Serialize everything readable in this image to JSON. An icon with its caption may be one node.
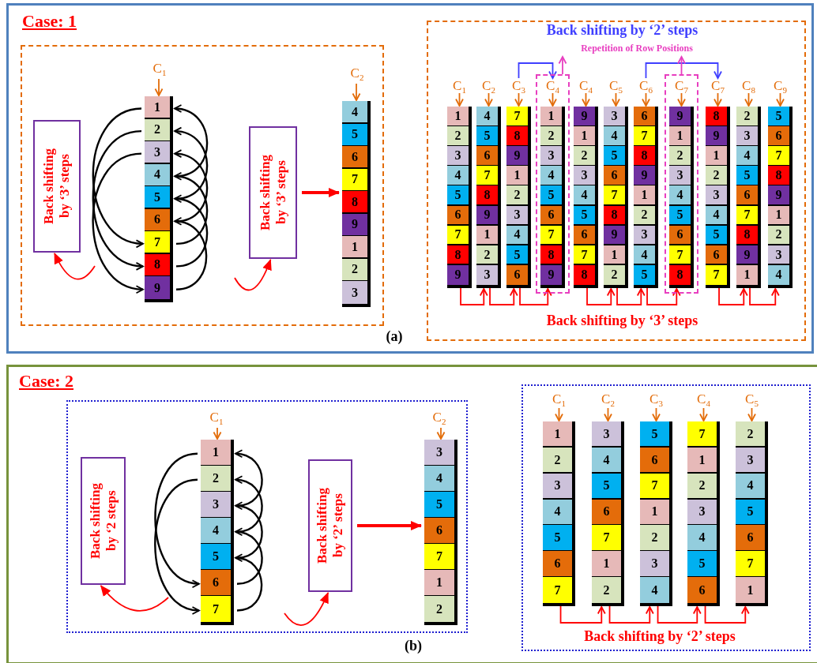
{
  "diagram": {
    "nodes": [
      {
        "text": [],
        "shape": "box"
      },
      {
        "text": [
          "Back shifting by ‘3’ steps"
        ],
        "in": 0
      },
      {
        "text": [
          "C$_{1}$"
        ],
        "in": 0
      },
      {
        "text": [],
        "shape": "bar",
        "in": 0
      },
      {
        "text": [
          "1"
        ],
        "in": 3
      },
      {
        "text": [
          "2"
        ],
        "in": 3
      },
      {
        "text": [
          "3"
        ],
        "in": 3
      },
      {
        "text": [
          "4"
        ],
        "in": 3
      },
      {
        "text": [
          "5"
        ],
        "in": 3
      },
      {
        "text": [
          "6"
        ],
        "in": 3
      },
      {
        "text": [
          "7"
        ],
        "in": 3
      },
      {
        "text": [
          "8"
        ],
        "in": 3
      },
      {
        "text": [
          "9"
        ],
        "in": 3
      },
      {
        "text": [
          "Back shifting by ‘3’ steps"
        ],
        "in": 0
      },
      {
        "text": [
          "C$_{2}$"
        ],
        "in": 0
      },
      {
        "text": [],
        "shape": "bar",
        "in": 0
      },
      {
        "text": [
          "4"
        ],
        "in": 15
      },
      {
        "text": [
          "5"
        ],
        "in": 15
      },
      {
        "text": [
          "6"
        ],
        "in": 15
      },
      {
        "text": [
          "7"
        ],
        "in": 15
      },
      {
        "text": [
          "8"
        ],
        "in": 15
      },
      {
        "text": [
          "9"
        ],
        "in": 15
      },
      {
        "text": [
          "1"
        ],
        "in": 15
      },
      {
        "text": [
          "2"
        ],
        "in": 15
      },
      {
        "text": [
          "3"
        ],
        "in": 15
      },
      {
        "text": [],
        "shape": "box"
      },
      {
        "text": [
          "Repetition of Row Positions"
        ],
        "in": 25
      },
      {
        "text": [
          "C$_{1}$"
        ],
        "in": 25
      },
      {
        "text": [],
        "shape": "bar",
        "in": 25
      },
      {
        "text": [
          "1"
        ],
        "in": 28
      },
      {
        "text": [
          "2"
        ],
        "in": 28
      },
      {
        "text": [
          "3"
        ],
        "in": 28
      },
      {
        "text": [
          "4"
        ],
        "in": 28
      },
      {
        "text": [
          "5"
        ],
        "in": 28
      },
      {
        "text": [
          "6"
        ],
        "in": 28
      },
      {
        "text": [
          "7"
        ],
        "in": 28
      },
      {
        "text": [
          "8"
        ],
        "in": 28
      },
      {
        "text": [
          "9"
        ],
        "in": 28
      },
      {
        "text": [
          "C$_{2}$"
        ],
        "in": 25
      },
      {
        "text": [],
        "shape": "bar",
        "in": 25
      },
      {
        "text": [
          "4"
        ],
        "in": 39
      },
      {
        "text": [
          "5"
        ],
        "in": 39
      },
      {
        "text": [
          "6"
        ],
        "in": 39
      },
      {
        "text": [
          "7"
        ],
        "in": 39
      },
      {
        "text": [
          "8"
        ],
        "in": 39
      },
      {
        "text": [
          "9"
        ],
        "in": 39
      },
      {
        "text": [
          "1"
        ],
        "in": 39
      },
      {
        "text": [
          "2"
        ],
        "in": 39
      },
      {
        "text": [
          "3"
        ],
        "in": 39
      },
      {
        "text": [
          "C$_{3}$"
        ],
        "in": 25
      },
      {
        "text": [],
        "shape": "bar",
        "in": 25
      },
      {
        "text": [
          "7"
        ],
        "in": 50
      },
      {
        "text": [
          "8"
        ],
        "in": 50
      },
      {
        "text": [
          "9"
        ],
        "in": 50
      },
      {
        "text": [
          "1"
        ],
        "in": 50
      },
      {
        "text": [
          "2"
        ],
        "in": 50
      },
      {
        "text": [
          "3"
        ],
        "in": 50
      },
      {
        "text": [
          "4"
        ],
        "in": 50
      },
      {
        "text": [
          "5"
        ],
        "in": 50
      },
      {
        "text": [
          "6"
        ],
        "in": 50
      },
      {
        "text": [],
        "shape": "box",
        "in": 25
      },
      {
        "text": [
          "C$_{4}$"
        ],
        "in": 60
      },
      {
        "text": [],
        "shape": "bar",
        "in": 60
      },
      {
        "text": [
          "1"
        ],
        "in": 62
      },
      {
        "text": [
          "2"
        ],
        "in": 62
      },
      {
        "text": [
          "3"
        ],
        "in": 62
      },
      {
        "text": [
          "4"
        ],
        "in": 62
      },
      {
        "text": [
          "5"
        ],
        "in": 62
      },
      {
        "text": [
          "6"
        ],
        "in": 62
      },
      {
        "text": [
          "7"
        ],
        "in": 62
      },
      {
        "text": [
          "8"
        ],
        "in": 62
      },
      {
        "text": [
          "9"
        ],
        "in": 62
      },
      {
        "text": [
          "C$_{4}$"
        ],
        "in": 25
      },
      {
        "text": [],
        "shape": "bar",
        "in": 25
      },
      {
        "text": [
          "9"
        ],
        "in": 73
      },
      {
        "text": [
          "1"
        ],
        "in": 73
      },
      {
        "text": [
          "2"
        ],
        "in": 73
      },
      {
        "text": [
          "3"
        ],
        "in": 73
      },
      {
        "text": [
          "4"
        ],
        "in": 73
      },
      {
        "text": [
          "5"
        ],
        "in": 73
      },
      {
        "text": [
          "6"
        ],
        "in": 73
      },
      {
        "text": [
          "7"
        ],
        "in": 73
      },
      {
        "text": [
          "8"
        ],
        "in": 73
      },
      {
        "text": [
          "C$_{5}$"
        ],
        "in": 25
      },
      {
        "text": [],
        "shape": "bar",
        "in": 25
      },
      {
        "text": [
          "3"
        ],
        "in": 84
      },
      {
        "text": [
          "4"
        ],
        "in": 84
      },
      {
        "text": [
          "5"
        ],
        "in": 84
      },
      {
        "text": [
          "6"
        ],
        "in": 84
      },
      {
        "text": [
          "7"
        ],
        "in": 84
      },
      {
        "text": [
          "8"
        ],
        "in": 84
      },
      {
        "text": [
          "9"
        ],
        "in": 84
      },
      {
        "text": [
          "1"
        ],
        "in": 84
      },
      {
        "text": [
          "2"
        ],
        "in": 84
      },
      {
        "text": [
          "C$_{6}$"
        ],
        "in": 25
      },
      {
        "text": [],
        "shape": "bar",
        "in": 25
      },
      {
        "text": [
          "6"
        ],
        "in": 95
      },
      {
        "text": [
          "7"
        ],
        "in": 95
      },
      {
        "text": [
          "8"
        ],
        "in": 95
      },
      {
        "text": [
          "9"
        ],
        "in": 95
      },
      {
        "text": [
          "1"
        ],
        "in": 95
      },
      {
        "text": [
          "2"
        ],
        "in": 95
      },
      {
        "text": [
          "3"
        ],
        "in": 95
      },
      {
        "text": [
          "4"
        ],
        "in": 95
      },
      {
        "text": [
          "5"
        ],
        "in": 95
      },
      {
        "text": [],
        "shape": "box",
        "in": 25
      },
      {
        "text": [
          "C$_{7}$"
        ],
        "in": 105
      },
      {
        "text": [],
        "shape": "bar",
        "in": 105
      },
      {
        "text": [
          "9"
        ],
        "in": 107
      },
      {
        "text": [
          "1"
        ],
        "in": 107
      },
      {
        "text": [
          "2"
        ],
        "in": 107
      },
      {
        "text": [
          "3"
        ],
        "in": 107
      },
      {
        "text": [
          "4"
        ],
        "in": 107
      },
      {
        "text": [
          "5"
        ],
        "in": 107
      },
      {
        "text": [
          "6"
        ],
        "in": 107
      },
      {
        "text": [
          "7"
        ],
        "in": 107
      },
      {
        "text": [
          "8"
        ],
        "in": 107
      },
      {
        "text": [
          "C$_{7}$"
        ],
        "in": 25
      },
      {
        "text": [],
        "shape": "bar",
        "in": 25
      },
      {
        "text": [
          "8"
        ],
        "in": 118
      },
      {
        "text": [
          "9"
        ],
        "in": 118
      },
      {
        "text": [
          "1"
        ],
        "in": 118
      },
      {
        "text": [
          "2"
        ],
        "in": 118
      },
      {
        "text": [
          "3"
        ],
        "in": 118
      },
      {
        "text": [
          "4"
        ],
        "in": 118
      },
      {
        "text": [
          "5"
        ],
        "in": 118
      },
      {
        "text": [
          "6"
        ],
        "in": 118
      },
      {
        "text": [
          "7"
        ],
        "in": 118
      },
      {
        "text": [
          "C$_{8}$"
        ],
        "in": 25
      },
      {
        "text": [],
        "shape": "bar",
        "in": 25
      },
      {
        "text": [
          "2"
        ],
        "in": 129
      },
      {
        "text": [
          "3"
        ],
        "in": 129
      },
      {
        "text": [
          "4"
        ],
        "in": 129
      },
      {
        "text": [
          "5"
        ],
        "in": 129
      },
      {
        "text": [
          "6"
        ],
        "in": 129
      },
      {
        "text": [
          "7"
        ],
        "in": 129
      },
      {
        "text": [
          "8"
        ],
        "in": 129
      },
      {
        "text": [
          "9"
        ],
        "in": 129
      },
      {
        "text": [
          "1"
        ],
        "in": 129
      },
      {
        "text": [
          "C$_{9}$"
        ],
        "in": 25
      },
      {
        "text": [],
        "shape": "bar",
        "in": 25
      },
      {
        "text": [
          "5"
        ],
        "in": 140
      },
      {
        "text": [
          "6"
        ],
        "in": 140
      },
      {
        "text": [
          "7"
        ],
        "in": 140
      },
      {
        "text": [
          "8"
        ],
        "in": 140
      },
      {
        "text": [
          "9"
        ],
        "in": 140
      },
      {
        "text": [
          "1"
        ],
        "in": 140
      },
      {
        "text": [
          "2"
        ],
        "in": 140
      },
      {
        "text": [
          "3"
        ],
        "in": 140
      },
      {
        "text": [
          "4"
        ],
        "in": 140
      },
      {
        "text": [],
        "shape": "box"
      },
      {
        "text": [
          "Back shifting by ‘2 steps"
        ],
        "in": 150
      },
      {
        "text": [
          "C$_{1}$"
        ],
        "in": 150
      },
      {
        "text": [],
        "shape": "bar",
        "in": 150
      },
      {
        "text": [
          "1"
        ],
        "in": 153
      },
      {
        "text": [
          "2"
        ],
        "in": 153
      },
      {
        "text": [
          "3"
        ],
        "in": 153
      },
      {
        "text": [
          "4"
        ],
        "in": 153
      },
      {
        "text": [
          "5"
        ],
        "in": 153
      },
      {
        "text": [
          "6"
        ],
        "in": 153
      },
      {
        "text": [
          "7"
        ],
        "in": 153
      },
      {
        "text": [
          "Back shifting by ‘2’ steps"
        ],
        "in": 150
      },
      {
        "text": [
          "C$_{2}$"
        ],
        "in": 150
      },
      {
        "text": [],
        "shape": "bar",
        "in": 150
      },
      {
        "text": [
          "3"
        ],
        "in": 163
      },
      {
        "text": [
          "4"
        ],
        "in": 163
      },
      {
        "text": [
          "5"
        ],
        "in": 163
      },
      {
        "text": [
          "6"
        ],
        "in": 163
      },
      {
        "text": [
          "7"
        ],
        "in": 163
      },
      {
        "text": [
          "1"
        ],
        "in": 163
      },
      {
        "text": [
          "2"
        ],
        "in": 163
      },
      {
        "text": [],
        "shape": "box"
      },
      {
        "text": [
          "C$_{1}$"
        ],
        "in": 171
      },
      {
        "text": [],
        "shape": "bar",
        "in": 171
      },
      {
        "text": [
          "1"
        ],
        "in": 173
      },
      {
        "text": [
          "2"
        ],
        "in": 173
      },
      {
        "text": [
          "3"
        ],
        "in": 173
      },
      {
        "text": [
          "4"
        ],
        "in": 173
      },
      {
        "text": [
          "5"
        ],
        "in": 173
      },
      {
        "text": [
          "6"
        ],
        "in": 173
      },
      {
        "text": [
          "7"
        ],
        "in": 173
      },
      {
        "text": [
          "C$_{2}$"
        ],
        "in": 171
      },
      {
        "text": [],
        "shape": "bar",
        "in": 171
      },
      {
        "text": [
          "3"
        ],
        "in": 182
      },
      {
        "text": [
          "4"
        ],
        "in": 182
      },
      {
        "text": [
          "5"
        ],
        "in": 182
      },
      {
        "text": [
          "6"
        ],
        "in": 182
      },
      {
        "text": [
          "7"
        ],
        "in": 182
      },
      {
        "text": [
          "1"
        ],
        "in": 182
      },
      {
        "text": [
          "2"
        ],
        "in": 182
      },
      {
        "text": [
          "C$_{3}$"
        ],
        "in": 171
      },
      {
        "text": [],
        "shape": "bar",
        "in": 171
      },
      {
        "text": [
          "5"
        ],
        "in": 191
      },
      {
        "text": [
          "6"
        ],
        "in": 191
      },
      {
        "text": [
          "7"
        ],
        "in": 191
      },
      {
        "text": [
          "1"
        ],
        "in": 191
      },
      {
        "text": [
          "2"
        ],
        "in": 191
      },
      {
        "text": [
          "3"
        ],
        "in": 191
      },
      {
        "text": [
          "4"
        ],
        "in": 191
      },
      {
        "text": [
          "C$_{4}$"
        ],
        "in": 171
      },
      {
        "text": [],
        "shape": "bar",
        "in": 171
      },
      {
        "text": [
          "7"
        ],
        "in": 200
      },
      {
        "text": [
          "1"
        ],
        "in": 200
      },
      {
        "text": [
          "2"
        ],
        "in": 200
      },
      {
        "text": [
          "3"
        ],
        "in": 200
      },
      {
        "text": [
          "4"
        ],
        "in": 200
      },
      {
        "text": [
          "5"
        ],
        "in": 200
      },
      {
        "text": [
          "6"
        ],
        "in": 200
      },
      {
        "text": [
          "C$_{5}$"
        ],
        "in": 171
      },
      {
        "text": [],
        "shape": "bar",
        "in": 171
      },
      {
        "text": [
          "2"
        ],
        "in": 209
      },
      {
        "text": [
          "3"
        ],
        "in": 209
      },
      {
        "text": [
          "4"
        ],
        "in": 209
      },
      {
        "text": [
          "5"
        ],
        "in": 209
      },
      {
        "text": [
          "6"
        ],
        "in": 209
      },
      {
        "text": [
          "7"
        ],
        "in": 209
      },
      {
        "text": [
          "1"
        ],
        "in": 209
      }
    ],
    "edges": [
      {
        "from": 2,
        "to": 3,
        "arrow": "to"
      },
      {
        "from": 14,
        "to": 15,
        "arrow": "to"
      },
      {
        "from": 4,
        "to": 10,
        "arrow": "to",
        "color": "#000000"
      },
      {
        "from": 5,
        "to": 11,
        "arrow": "to",
        "color": "#000000"
      },
      {
        "from": 6,
        "to": 12,
        "arrow": "to",
        "color": "#000000"
      },
      {
        "from": 7,
        "to": 4,
        "arrow": "to",
        "color": "#000000"
      },
      {
        "from": 8,
        "to": 5,
        "arrow": "to",
        "color": "#000000"
      },
      {
        "from": 9,
        "to": 6,
        "arrow": "to",
        "color": "#000000"
      },
      {
        "from": 10,
        "to": 7,
        "arrow": "to",
        "color": "#000000"
      },
      {
        "from": 11,
        "to": 8,
        "arrow": "to",
        "color": "#000000"
      },
      {
        "from": 12,
        "to": 9,
        "arrow": "to",
        "color": "#000000"
      },
      {
        "from": null,
        "to": 1,
        "arrow": "to",
        "color": "#ff0000"
      },
      {
        "from": null,
        "to": 13,
        "arrow": "to",
        "color": "#ff0000"
      },
      {
        "from": 13,
        "to": 15,
        "arrow": "to",
        "style": "thick",
        "color": "#ff0000"
      },
      {
        "from": 27,
        "to": 28,
        "arrow": "to"
      },
      {
        "from": 38,
        "to": 39,
        "arrow": "to"
      },
      {
        "from": 49,
        "to": 50,
        "arrow": "to"
      },
      {
        "from": 61,
        "to": 62,
        "arrow": "to"
      },
      {
        "from": 72,
        "to": 73,
        "arrow": "to"
      },
      {
        "from": 83,
        "to": 84,
        "arrow": "to"
      },
      {
        "from": 94,
        "to": 95,
        "arrow": "to"
      },
      {
        "from": 106,
        "to": 107,
        "arrow": "to"
      },
      {
        "from": 117,
        "to": 118,
        "arrow": "to"
      },
      {
        "from": 128,
        "to": 129,
        "arrow": "to"
      },
      {
        "from": 139,
        "to": 140,
        "arrow": "to"
      },
      {
        "from": 49,
        "to": 61,
        "arrow": "to",
        "color": "#3f3fff"
      },
      {
        "from": 94,
        "to": 117,
        "arrow": "to",
        "color": "#3f3fff"
      },
      {
        "from": 60,
        "to": 26,
        "arrow": "to",
        "color": "#e83fc0"
      },
      {
        "from": 105,
        "to": 26,
        "arrow": "to",
        "color": "#e83fc0"
      },
      {
        "from": 28,
        "to": 39,
        "arrow": "to",
        "color": "#ff0000"
      },
      {
        "from": 39,
        "to": 50,
        "arrow": "to",
        "color": "#ff0000"
      },
      {
        "from": 50,
        "to": 62,
        "arrow": "to",
        "color": "#ff0000"
      },
      {
        "from": 73,
        "to": 84,
        "arrow": "to",
        "color": "#ff0000"
      },
      {
        "from": 84,
        "to": 95,
        "arrow": "to",
        "color": "#ff0000"
      },
      {
        "from": 95,
        "to": 107,
        "arrow": "to",
        "color": "#ff0000"
      },
      {
        "from": 118,
        "to": 129,
        "arrow": "to",
        "color": "#ff0000"
      },
      {
        "from": 129,
        "to": 140,
        "arrow": "to",
        "color": "#ff0000"
      },
      {
        "from": 152,
        "to": 153,
        "arrow": "to"
      },
      {
        "from": 162,
        "to": 163,
        "arrow": "to"
      },
      {
        "from": 154,
        "to": 159,
        "arrow": "to",
        "color": "#000000"
      },
      {
        "from": 155,
        "to": 160,
        "arrow": "to",
        "color": "#000000"
      },
      {
        "from": 156,
        "to": 154,
        "arrow": "to",
        "color": "#000000"
      },
      {
        "from": 157,
        "to": 155,
        "arrow": "to",
        "color": "#000000"
      },
      {
        "from": 158,
        "to": 156,
        "arrow": "to",
        "color": "#000000"
      },
      {
        "from": 159,
        "to": 157,
        "arrow": "to",
        "color": "#000000"
      },
      {
        "from": 160,
        "to": 158,
        "arrow": "to",
        "color": "#000000"
      },
      {
        "from": null,
        "to": 151,
        "arrow": "to",
        "color": "#ff0000"
      },
      {
        "from": null,
        "to": 161,
        "arrow": "to",
        "color": "#ff0000"
      },
      {
        "from": 161,
        "to": 163,
        "arrow": "to",
        "style": "thick",
        "color": "#ff0000"
      },
      {
        "from": 172,
        "to": 173,
        "arrow": "to"
      },
      {
        "from": 181,
        "to": 182,
        "arrow": "to"
      },
      {
        "from": 190,
        "to": 191,
        "arrow": "to"
      },
      {
        "from": 199,
        "to": 200,
        "arrow": "to"
      },
      {
        "from": 208,
        "to": 209,
        "arrow": "to"
      },
      {
        "from": 173,
        "to": 182,
        "arrow": "to",
        "color": "#ff0000"
      },
      {
        "from": 182,
        "to": 191,
        "arrow": "to",
        "color": "#ff0000"
      },
      {
        "from": 191,
        "to": 200,
        "arrow": "to",
        "color": "#ff0000"
      },
      {
        "from": 200,
        "to": 209,
        "arrow": "to",
        "color": "#ff0000"
      }
    ],
    "labels": [
      "Case: 1",
      "Back shifting by ‘2’ steps",
      "Back shifting by ‘3’ steps",
      "(a)",
      "Case: 2",
      "Back shifting by ‘2’ steps",
      "(b)"
    ]
  }
}
